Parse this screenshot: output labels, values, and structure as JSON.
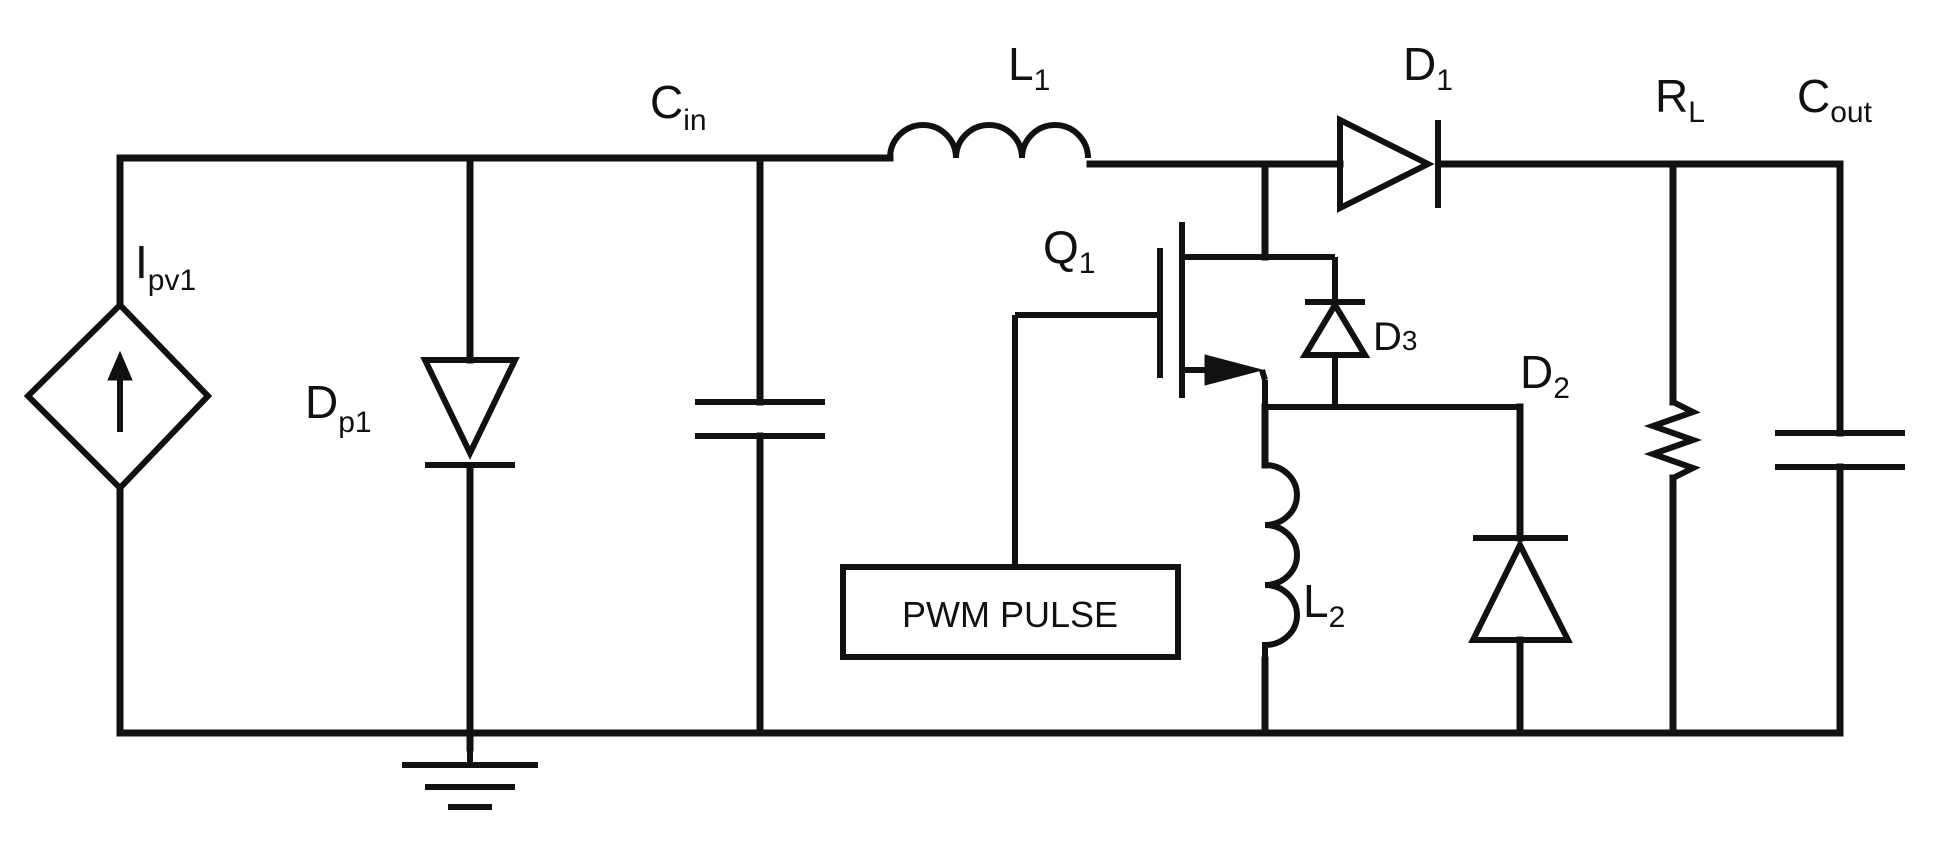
{
  "labels": {
    "ipv1": {
      "main": "I",
      "sub": "pv1"
    },
    "dp1": {
      "main": "D",
      "sub": "p1"
    },
    "cin": {
      "main": "C",
      "sub": "in"
    },
    "l1": {
      "main": "L",
      "sub": "1"
    },
    "q1": {
      "main": "Q",
      "sub": "1"
    },
    "d1": {
      "main": "D",
      "sub": "1"
    },
    "d2": {
      "main": "D",
      "sub": "2"
    },
    "d3": {
      "main": "D",
      "sub": "3"
    },
    "l2": {
      "main": "L",
      "sub": "2"
    },
    "rl": {
      "main": "R",
      "sub": "L"
    },
    "cout": {
      "main": "C",
      "sub": "out"
    },
    "pwm": "PWM PULSE"
  },
  "colors": {
    "ink": "#111111",
    "background": "#ffffff"
  }
}
